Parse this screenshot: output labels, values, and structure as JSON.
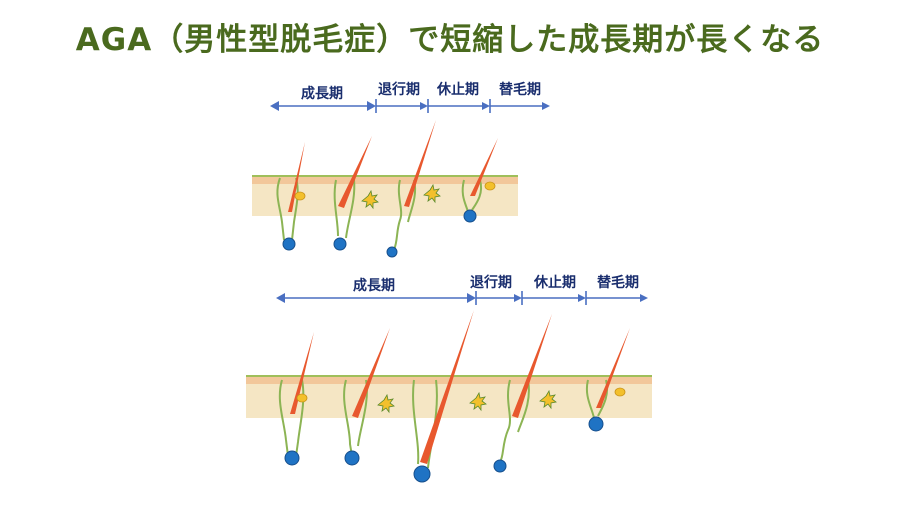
{
  "title": "AGA（男性型脱毛症）で短縮した成長期が長くなる",
  "colors": {
    "title": "#4a6a1e",
    "arrow": "#4a6fc1",
    "label": "#1a2e6e",
    "skin": "#f5e6c4",
    "skin_band": "#f2c79a",
    "skin_line": "#9fbf5a",
    "follicle_line": "#8cb454",
    "hair": "#e8582e",
    "bulb": "#1f73c4",
    "gland": "#f3c02c"
  },
  "top_diagram": {
    "phases": [
      {
        "label": "成長期"
      },
      {
        "label": "退行期"
      },
      {
        "label": "休止期"
      },
      {
        "label": "替毛期"
      }
    ]
  },
  "bottom_diagram": {
    "phases": [
      {
        "label": "成長期"
      },
      {
        "label": "退行期"
      },
      {
        "label": "休止期"
      },
      {
        "label": "替毛期"
      }
    ]
  }
}
